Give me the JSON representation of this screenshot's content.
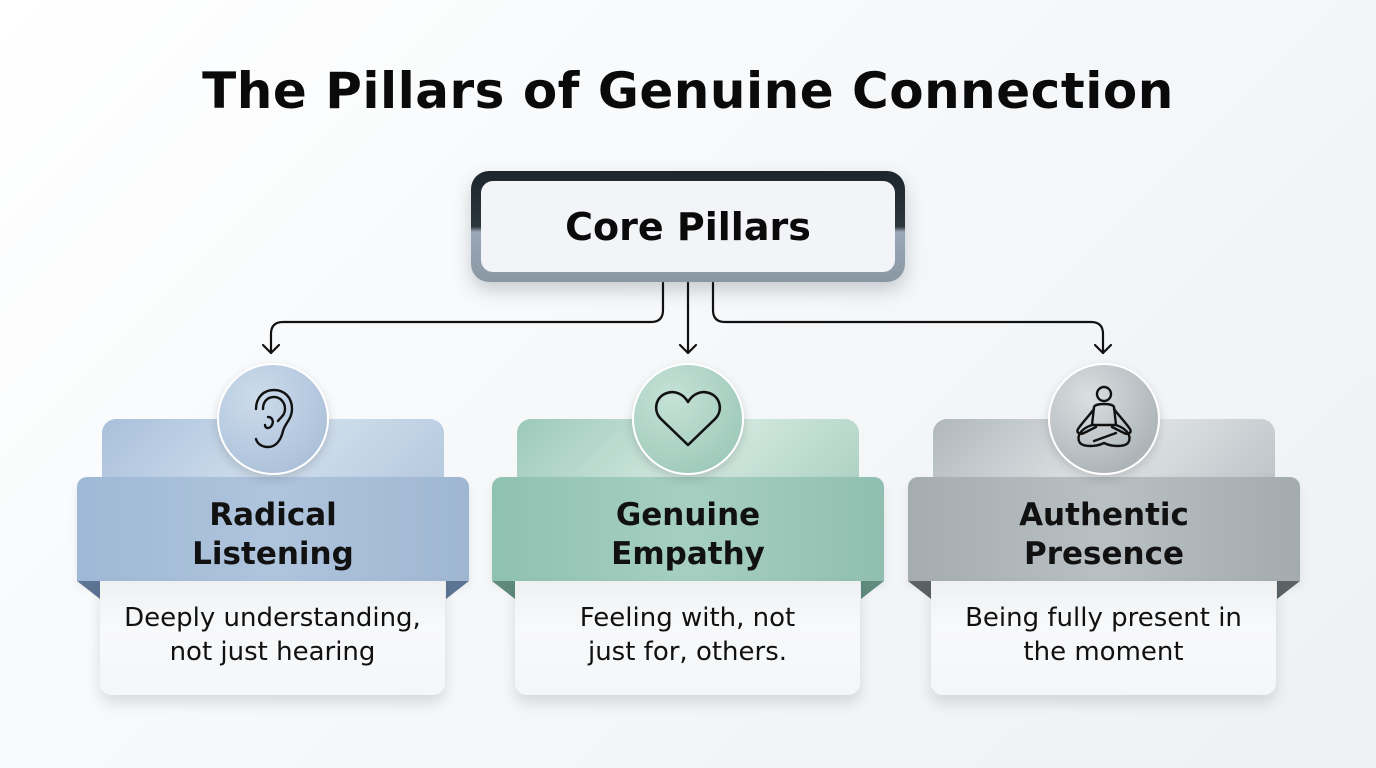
{
  "title": "The Pillars of Genuine Connection",
  "root": {
    "label": "Core Pillars"
  },
  "pillars": [
    {
      "heading_line1": "Radical",
      "heading_line2": "Listening",
      "desc_line1": "Deeply understanding,",
      "desc_line2": "not just hearing",
      "icon": "ear-icon",
      "color": "#a4bcd8"
    },
    {
      "heading_line1": "Genuine",
      "heading_line2": "Empathy",
      "desc_line1": "Feeling with, not",
      "desc_line2": "just for, others.",
      "icon": "heart-icon",
      "color": "#94c4b4"
    },
    {
      "heading_line1": "Authentic",
      "heading_line2": "Presence",
      "desc_line1": "Being fully present in",
      "desc_line2": "the moment",
      "icon": "meditation-icon",
      "color": "#a8b0b4"
    }
  ]
}
